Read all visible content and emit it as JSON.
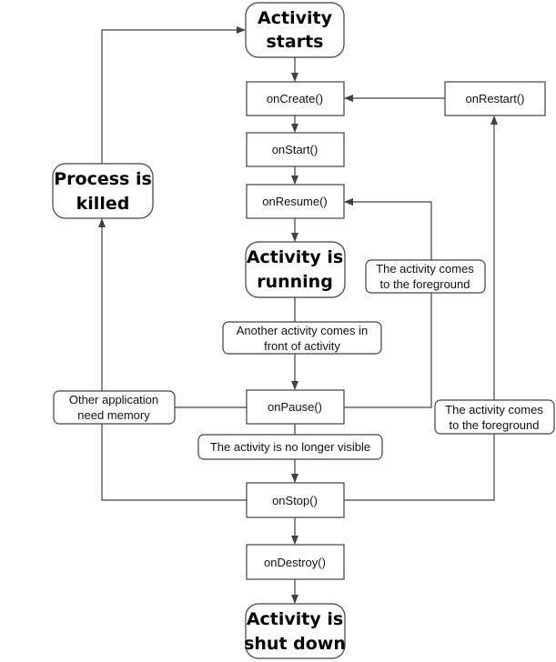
{
  "diagram": {
    "states": {
      "activity_starts": [
        "Activity",
        "starts"
      ],
      "process_killed": [
        "Process is",
        "killed"
      ],
      "activity_running": [
        "Activity is",
        "running"
      ],
      "activity_shut_down": [
        "Activity is",
        "shut down"
      ]
    },
    "methods": {
      "on_create": "onCreate()",
      "on_start": "onStart()",
      "on_resume": "onResume()",
      "on_restart": "onRestart()",
      "on_pause": "onPause()",
      "on_stop": "onStop()",
      "on_destroy": "onDestroy()"
    },
    "transitions": {
      "foreground_resume": [
        "The activity comes",
        "to the foreground"
      ],
      "another_activity": [
        "Another activity comes in",
        "front of activity"
      ],
      "other_app_memory": [
        "Other application",
        "need memory"
      ],
      "foreground_restart": [
        "The activity comes",
        "to the foreground"
      ],
      "no_longer_visible": "The activity is no longer visible"
    }
  }
}
